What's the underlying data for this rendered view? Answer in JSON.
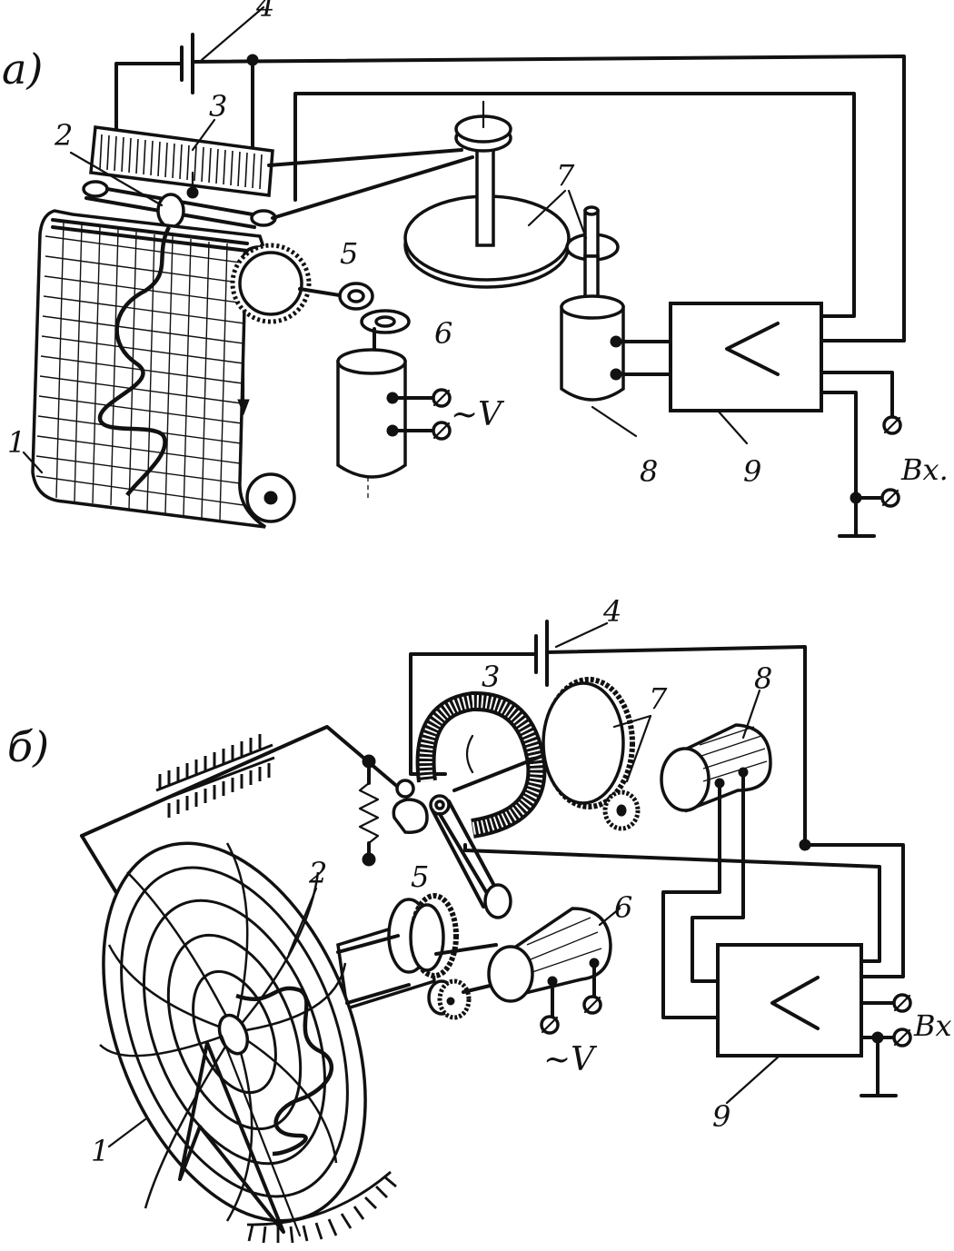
{
  "panels": {
    "a": {
      "tag": "а)",
      "labels": {
        "n1": "1",
        "n2": "2",
        "n3": "3",
        "n4": "4",
        "n5": "5",
        "n6": "6",
        "n7": "7",
        "n8": "8",
        "n9": "9"
      },
      "supply": "~V",
      "input": "Вх.",
      "amplifier_symbol": "<"
    },
    "b": {
      "tag": "б)",
      "labels": {
        "n1": "1",
        "n2": "2",
        "n3": "3",
        "n4": "4",
        "n5": "5",
        "n6": "6",
        "n7": "7",
        "n8": "8",
        "n9": "9"
      },
      "supply": "~V",
      "input": "Вх",
      "amplifier_symbol": "<"
    }
  },
  "icons": [
    "battery-icon",
    "amplifier-icon",
    "motor-icon",
    "gear-icon",
    "resistor-icon",
    "ground-icon",
    "terminal-icon"
  ]
}
